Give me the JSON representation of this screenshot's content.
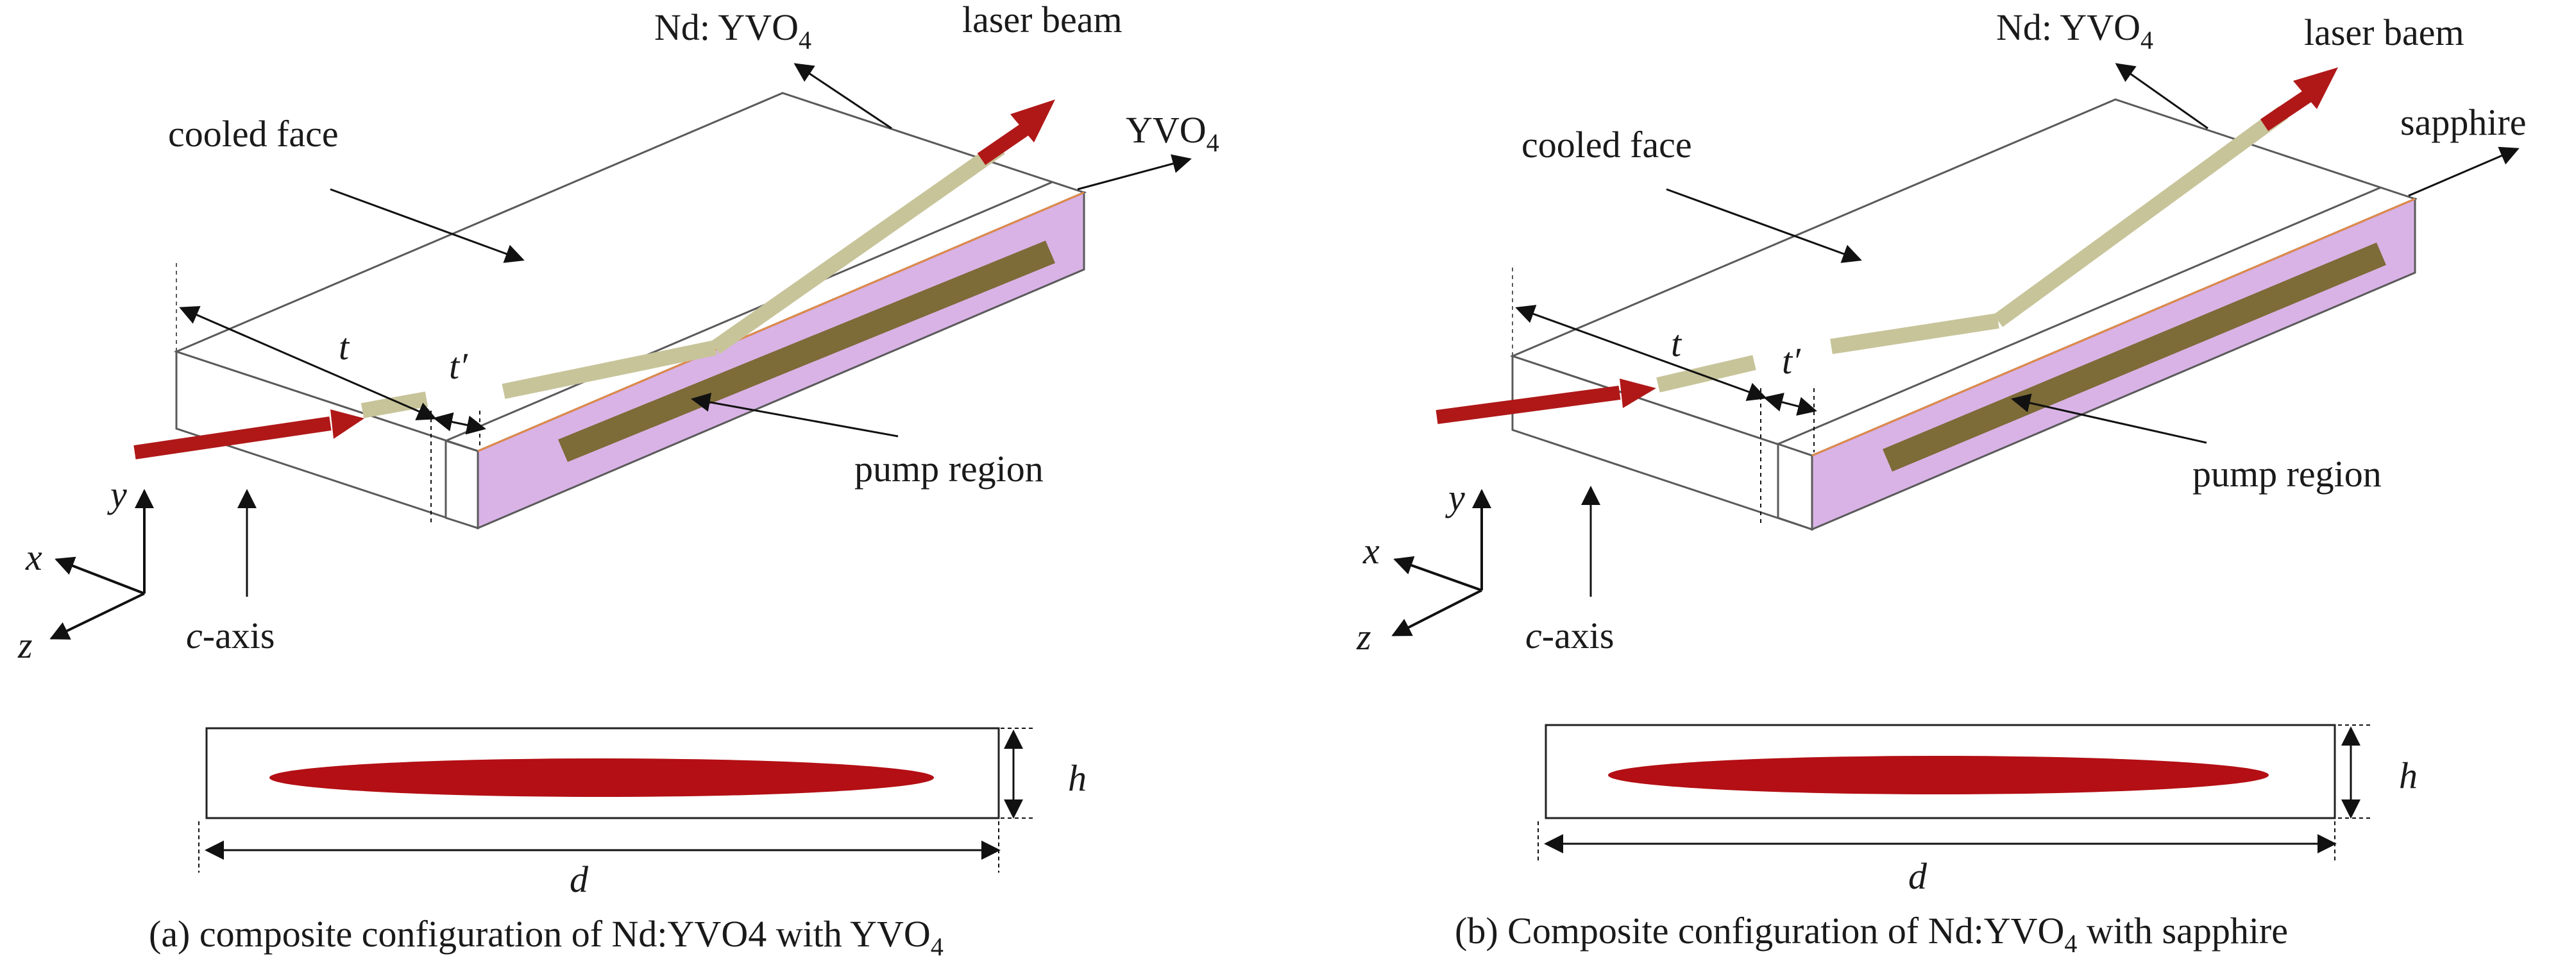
{
  "colors": {
    "pump_face": "#d9b3e6",
    "pump_region": "#7d6b38",
    "laser_arrow": "#b01818",
    "beam": "#c8c49a",
    "ellipse": "#b30f14",
    "edge": "#5a5a5a"
  },
  "panels": [
    {
      "gain_label": {
        "main": "Nd: YVO",
        "sub": "4"
      },
      "beam_label": "laser beam",
      "clad_label": {
        "main": "YVO",
        "sub": "4"
      },
      "cooled_label": "cooled face",
      "t_label": "t",
      "tp_label": "t′",
      "pump_label": "pump region",
      "y_label": "y",
      "x_label": "x",
      "z_label": "z",
      "caxis_c": "c",
      "caxis_rest": "-axis",
      "h_label": "h",
      "d_label": "d",
      "caption": {
        "main": "(a) composite configuration of Nd:YVO4 with YVO",
        "sub": "4"
      }
    },
    {
      "gain_label": {
        "main": "Nd: YVO",
        "sub": "4"
      },
      "beam_label": "laser baem",
      "clad_label": {
        "main": "sapphire",
        "sub": ""
      },
      "cooled_label": "cooled face",
      "t_label": "t",
      "tp_label": "t′",
      "pump_label": "pump region",
      "y_label": "y",
      "x_label": "x",
      "z_label": "z",
      "caxis_c": "c",
      "caxis_rest": "-axis",
      "h_label": "h",
      "d_label": "d",
      "caption": {
        "main": "(b) Composite configuration of Nd:YVO",
        "sub": "4",
        "tail": " with sapphire"
      }
    }
  ]
}
